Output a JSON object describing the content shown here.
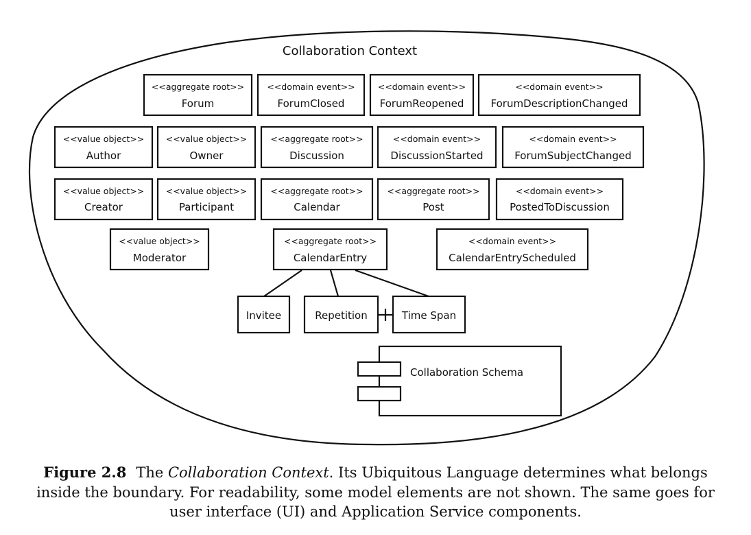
{
  "diagram": {
    "boundary_title": "Collaboration Context",
    "elements": [
      {
        "id": "forum",
        "stereotype": "<<aggregate root>>",
        "name": "Forum"
      },
      {
        "id": "forum-closed",
        "stereotype": "<<domain event>>",
        "name": "ForumClosed"
      },
      {
        "id": "forum-reopened",
        "stereotype": "<<domain event>>",
        "name": "ForumReopened"
      },
      {
        "id": "forum-description-changed",
        "stereotype": "<<domain event>>",
        "name": "ForumDescriptionChanged"
      },
      {
        "id": "author",
        "stereotype": "<<value object>>",
        "name": "Author"
      },
      {
        "id": "owner",
        "stereotype": "<<value object>>",
        "name": "Owner"
      },
      {
        "id": "discussion",
        "stereotype": "<<aggregate root>>",
        "name": "Discussion"
      },
      {
        "id": "discussion-started",
        "stereotype": "<<domain event>>",
        "name": "DiscussionStarted"
      },
      {
        "id": "forum-subject-changed",
        "stereotype": "<<domain event>>",
        "name": "ForumSubjectChanged"
      },
      {
        "id": "creator",
        "stereotype": "<<value object>>",
        "name": "Creator"
      },
      {
        "id": "participant",
        "stereotype": "<<value object>>",
        "name": "Participant"
      },
      {
        "id": "calendar",
        "stereotype": "<<aggregate root>>",
        "name": "Calendar"
      },
      {
        "id": "post",
        "stereotype": "<<aggregate root>>",
        "name": "Post"
      },
      {
        "id": "posted-to-discussion",
        "stereotype": "<<domain event>>",
        "name": "PostedToDiscussion"
      },
      {
        "id": "moderator",
        "stereotype": "<<value object>>",
        "name": "Moderator"
      },
      {
        "id": "calendar-entry",
        "stereotype": "<<aggregate root>>",
        "name": "CalendarEntry"
      },
      {
        "id": "calendar-entry-scheduled",
        "stereotype": "<<domain event>>",
        "name": "CalendarEntryScheduled"
      },
      {
        "id": "invitee",
        "stereotype": "",
        "name": "Invitee"
      },
      {
        "id": "repetition",
        "stereotype": "",
        "name": "Repetition"
      },
      {
        "id": "time-span",
        "stereotype": "",
        "name": "Time Span"
      }
    ],
    "component": {
      "name": "Collaboration Schema"
    }
  },
  "caption": {
    "figure_label": "Figure 2.8",
    "title_prefix": "The ",
    "title_italic": "Collaboration Context",
    "text": ". Its Ubiquitous Language determines what belongs inside the boundary. For readability, some model elements are not shown. The same goes for user interface (UI) and Application Service components."
  }
}
